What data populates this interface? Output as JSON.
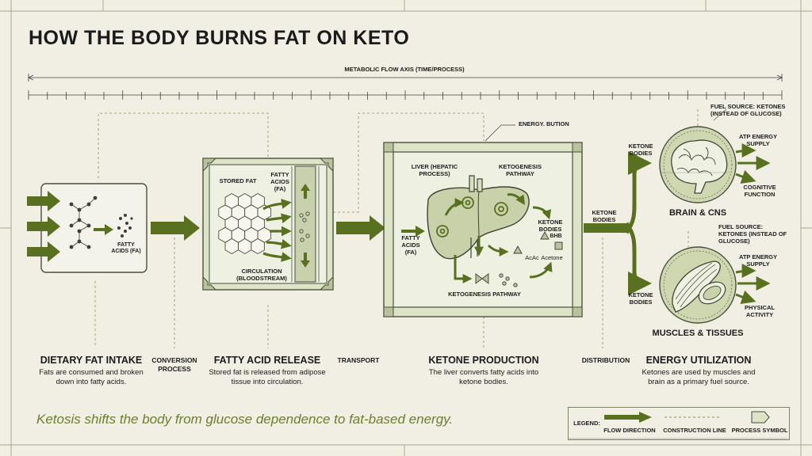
{
  "title": "HOW THE BODY BURNS FAT ON KETO",
  "axis_label": "METABOLIC FLOW AXIS (TIME/PROCESS)",
  "colors": {
    "arrow": "#58701f",
    "panel": "#dde3c6",
    "panel_light": "#eef0e2",
    "line": "#4a4f3c",
    "accent_text": "#6b7f2e"
  },
  "stages": [
    {
      "title": "DIETARY FAT INTAKE",
      "desc": "Fats are consumed and broken down into fatty acids."
    },
    {
      "title": "FATTY ACID RELEASE",
      "desc": "Stored fat is released from adipose tissue into circulation."
    },
    {
      "title": "KETONE PRODUCTION",
      "desc": "The liver converts fatty acids into ketone bodies."
    },
    {
      "title": "ENERGY UTILIZATION",
      "desc": "Ketones are used by muscles and brain as a primary fuel source."
    }
  ],
  "transitions": {
    "conversion": "CONVERSION PROCESS",
    "transport": "TRANSPORT",
    "distribution": "DISTRIBUTION"
  },
  "panel1": {
    "fa_label": "FATTY ACIDS (FA)"
  },
  "panel2": {
    "stored_fat": "STORED FAT",
    "fatty_acids": "FATTY ACIOS (FA)",
    "circulation": "CIRCULATION (BLOODSTREAM)"
  },
  "panel3": {
    "callout": "ENERGY. BUTION",
    "liver": "LIVER (HEPATIC PROCESS)",
    "pathway_top": "KETOGENESIS PATHWAY",
    "fatty_acids": "FATTY ACIDS (FA)",
    "ketone_bodies": "KETONE BODIES",
    "bhb": "BHB",
    "acac": "AcAc",
    "acetone": "Acetone",
    "pathway_bottom": "KETOGENESIS PATHWAY"
  },
  "distribution": {
    "ketone_bodies_mid": "KETONE BODIES",
    "ketone_bodies_top": "KETONE BODIES",
    "ketone_bodies_bottom": "KETONE BODIES"
  },
  "brain": {
    "fuel_source": "FUEL SOURCE: KETONES (INSTEAD OF GLUCOSE)",
    "atp": "ATP ENERGY SUPPLY",
    "function": "COGNITIVE FUNCTION",
    "label": "BRAIN & CNS"
  },
  "muscle": {
    "fuel_source": "FUEL SOURCE: KETONES (INSTEAD OF GLUCOSE)",
    "atp": "ATP ENERGY SUPPLY",
    "function": "PHYSICAL ACTIVITY",
    "label": "MUSCLES & TISSUES"
  },
  "footer": "Ketosis shifts the body from glucose dependence to fat-based energy.",
  "legend": {
    "title": "LEGEND:",
    "flow": "FLOW DIRECTION",
    "construction": "CONSTRUCTION LINE",
    "process": "PROCESS SYMBOL"
  }
}
